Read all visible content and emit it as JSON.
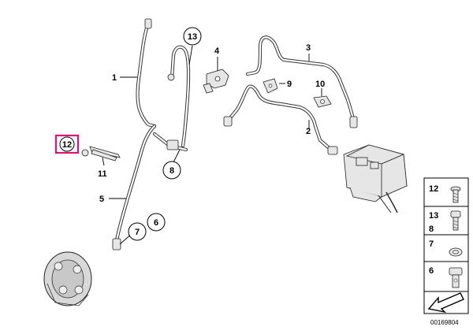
{
  "labels": {
    "l1": "1",
    "l2": "2",
    "l3": "3",
    "l4": "4",
    "l5": "5",
    "l9": "9",
    "l10": "10",
    "l11": "11",
    "l13": "13",
    "l8": "8",
    "l7": "7",
    "l6": "6",
    "l12": "12"
  },
  "legend": {
    "row1": "12",
    "row2a": "13",
    "row2b": "8",
    "row3": "7",
    "row4": "6"
  },
  "doc_id": "00169804",
  "highlight_color": "#e0107a"
}
